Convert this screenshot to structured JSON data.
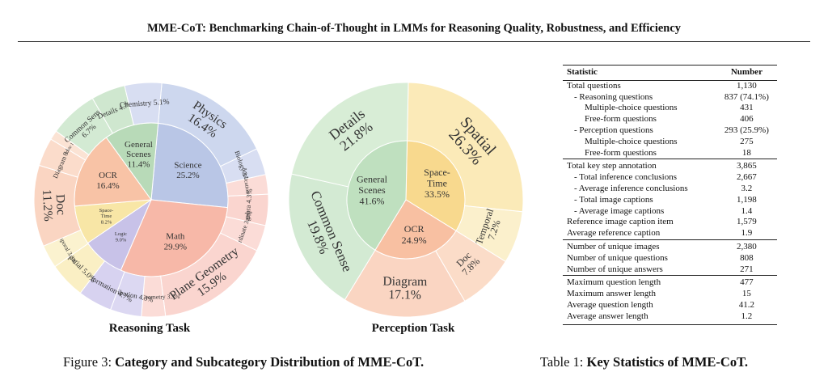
{
  "header": {
    "title": "MME-CoT: Benchmarking Chain-of-Thought in LMMs for Reasoning Quality, Robustness, and Efficiency"
  },
  "figure": {
    "caption_prefix": "Figure 3: ",
    "caption_bold": "Category and Subcategory Distribution of MME-CoT.",
    "charts": [
      {
        "title": "Reasoning Task",
        "inner": [
          {
            "label": "Science",
            "pct": "25.2%",
            "value": 25.2,
            "color": "#b9c6e6"
          },
          {
            "label": "Math",
            "pct": "29.9%",
            "value": 29.9,
            "color": "#f7b8a8"
          },
          {
            "label": "Logic",
            "pct": "9.0%",
            "value": 9.0,
            "color": "#c8c2e8"
          },
          {
            "label": "Space-Time",
            "pct": "8.2%",
            "value": 8.2,
            "color": "#f8e6a6"
          },
          {
            "label": "OCR",
            "pct": "16.4%",
            "value": 16.4,
            "color": "#f8c3a6"
          },
          {
            "label": "General Scenes",
            "pct": "11.4%",
            "value": 11.4,
            "color": "#b8dab8"
          }
        ],
        "outer": [
          {
            "label": "Physics",
            "pct": "16.4%",
            "value": 16.4,
            "color": "#cdd7ee"
          },
          {
            "label": "Biology",
            "pct": "3.7%",
            "value": 3.7,
            "color": "#d8def2"
          },
          {
            "label": "Application",
            "pct": "2.7%",
            "value": 2.7,
            "color": "#fbdcd7"
          },
          {
            "label": "Algebra",
            "pct": "4.3%",
            "value": 4.3,
            "color": "#fad5cf"
          },
          {
            "label": "Coordinate",
            "pct": "3.6%",
            "value": 3.6,
            "color": "#fbdcd7"
          },
          {
            "label": "Plane Geometry",
            "pct": "15.9%",
            "value": 15.9,
            "color": "#fad5cf"
          },
          {
            "label": "Solid Geometry",
            "pct": "3.3%",
            "value": 3.3,
            "color": "#fbdcd7"
          },
          {
            "label": "Attribution",
            "pct": "4.3%",
            "value": 4.3,
            "color": "#dcd8f2"
          },
          {
            "label": "Transformation",
            "pct": "4.7%",
            "value": 4.7,
            "color": "#d7d2f0"
          },
          {
            "label": "Spatial",
            "pct": "5.0%",
            "value": 5.0,
            "color": "#faefc4"
          },
          {
            "label": "Temporal",
            "pct": "3.2%",
            "value": 3.2,
            "color": "#fbf2cf"
          },
          {
            "label": "Doc",
            "pct": "11.2%",
            "value": 11.2,
            "color": "#fad5c2"
          },
          {
            "label": "Diagram",
            "pct": "3.9%",
            "value": 3.9,
            "color": "#fbdccb"
          },
          {
            "label": "Movie",
            "pct": "1.3%",
            "value": 1.3,
            "color": "#fbe3d4"
          },
          {
            "label": "Common Sense",
            "pct": "6.7%",
            "value": 6.7,
            "color": "#d3ead3"
          },
          {
            "label": "Details",
            "pct": "4.7%",
            "value": 4.7,
            "color": "#cfe7cf"
          },
          {
            "label": "Chemistry",
            "pct": "5.1%",
            "value": 5.1,
            "color": "#d8def2"
          }
        ]
      },
      {
        "title": "Perception Task",
        "inner": [
          {
            "label": "Space-Time",
            "pct": "33.5%",
            "value": 33.5,
            "color": "#f8d98e"
          },
          {
            "label": "OCR",
            "pct": "24.9%",
            "value": 24.9,
            "color": "#f8c0a2"
          },
          {
            "label": "General Scenes",
            "pct": "41.6%",
            "value": 41.6,
            "color": "#bfe0bf"
          }
        ],
        "outer": [
          {
            "label": "Spatial",
            "pct": "26.3%",
            "value": 26.3,
            "color": "#fbeab8"
          },
          {
            "label": "Temporal",
            "pct": "7.2%",
            "value": 7.2,
            "color": "#fbf0cc"
          },
          {
            "label": "Doc",
            "pct": "7.8%",
            "value": 7.8,
            "color": "#fbdcc8"
          },
          {
            "label": "Diagram",
            "pct": "17.1%",
            "value": 17.1,
            "color": "#fad5c2"
          },
          {
            "label": "Common Sense",
            "pct": "19.8%",
            "value": 19.8,
            "color": "#d3ead3"
          },
          {
            "label": "Details",
            "pct": "21.8%",
            "value": 21.8,
            "color": "#d8edd6"
          }
        ]
      }
    ]
  },
  "chart_data": [
    {
      "type": "pie",
      "title": "Reasoning Task",
      "series": [
        {
          "name": "",
          "categories": [
            "Science",
            "Math",
            "Logic",
            "Space-Time",
            "OCR",
            "General Scenes"
          ],
          "values": [
            25.2,
            29.9,
            9.0,
            8.2,
            16.4,
            11.4
          ]
        },
        {
          "name": "",
          "categories": [
            "Physics",
            "Biology",
            "Application",
            "Algebra",
            "Coordinate",
            "Plane Geometry",
            "Solid Geometry",
            "Attribution",
            "Transformation",
            "Spatial",
            "Temporal",
            "Doc",
            "Diagram",
            "Movie",
            "Common Sense",
            "Details",
            "Chemistry"
          ],
          "values": [
            16.4,
            3.7,
            2.7,
            4.3,
            3.6,
            15.9,
            3.3,
            4.3,
            4.7,
            5.0,
            3.2,
            11.2,
            3.9,
            1.3,
            6.7,
            4.7,
            5.1
          ]
        }
      ]
    },
    {
      "type": "pie",
      "title": "Perception Task",
      "series": [
        {
          "name": "",
          "categories": [
            "Space-Time",
            "OCR",
            "General Scenes"
          ],
          "values": [
            33.5,
            24.9,
            41.6
          ]
        },
        {
          "name": "",
          "categories": [
            "Spatial",
            "Temporal",
            "Doc",
            "Diagram",
            "Common Sense",
            "Details"
          ],
          "values": [
            26.3,
            7.2,
            7.8,
            17.1,
            19.8,
            21.8
          ]
        }
      ]
    }
  ],
  "table": {
    "caption_prefix": "Table 1: ",
    "caption_bold": "Key Statistics of MME-CoT.",
    "col1": "Statistic",
    "col2": "Number",
    "rows": [
      {
        "label": "Total questions",
        "value": "1,130",
        "level": 0
      },
      {
        "label": "- Reasoning questions",
        "value": "837 (74.1%)",
        "level": 1
      },
      {
        "label": "Multiple-choice questions",
        "value": "431",
        "level": 2
      },
      {
        "label": "Free-form questions",
        "value": "406",
        "level": 2
      },
      {
        "label": "- Perception questions",
        "value": "293 (25.9%)",
        "level": 1
      },
      {
        "label": "Multiple-choice questions",
        "value": "275",
        "level": 2
      },
      {
        "label": "Free-form questions",
        "value": "18",
        "level": 2,
        "last_in_group": true
      },
      {
        "label": "Total key step annotation",
        "value": "3,865",
        "level": 0,
        "sep": true
      },
      {
        "label": "- Total inference conclusions",
        "value": "2,667",
        "level": 1
      },
      {
        "label": "- Average inference conclusions",
        "value": "3.2",
        "level": 1
      },
      {
        "label": "- Total image captions",
        "value": "1,198",
        "level": 1
      },
      {
        "label": "- Average image captions",
        "value": "1.4",
        "level": 1
      },
      {
        "label": "Reference image caption item",
        "value": "1,579",
        "level": 0
      },
      {
        "label": "Average reference caption",
        "value": "1.9",
        "level": 0
      },
      {
        "label": "Number of unique images",
        "value": "2,380",
        "level": 0,
        "sep": true
      },
      {
        "label": "Number of unique questions",
        "value": "808",
        "level": 0
      },
      {
        "label": "Number of unique answers",
        "value": "271",
        "level": 0
      },
      {
        "label": "Maximum question length",
        "value": "477",
        "level": 0,
        "sep": true
      },
      {
        "label": "Maximum answer length",
        "value": "15",
        "level": 0
      },
      {
        "label": "Average question length",
        "value": "41.2",
        "level": 0
      },
      {
        "label": "Average answer length",
        "value": "1.2",
        "level": 0,
        "last": true
      }
    ]
  }
}
